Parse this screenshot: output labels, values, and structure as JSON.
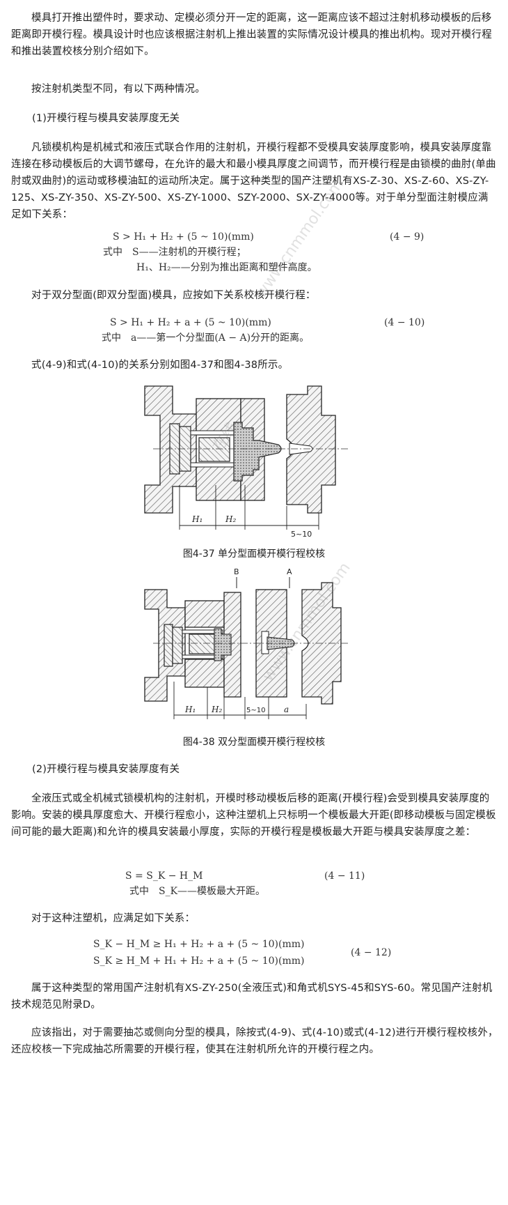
{
  "paragraphs": {
    "p1": "模具打开推出塑件时，要求动、定模必须分开一定的距离，这一距离应该不超过注射机移动模板的后移距离即开模行程。模具设计时也应该根据注射机上推出装置的实际情况设计模具的推出机构。现对开模行程和推出装置校核分别介绍如下。",
    "p2": "按注射机类型不同，有以下两种情况。",
    "p3": "(1)开模行程与模具安装厚度无关",
    "p4": "凡锁模机构是机械式和液压式联合作用的注射机，开模行程都不受模具安装厚度影响，模具安装厚度靠连接在移动模板后的大调节螺母，在允许的最大和最小模具厚度之间调节，而开模行程是由锁模的曲肘(单曲肘或双曲肘)的运动或移模油缸的运动所决定。属于这种类型的国产注塑机有XS-Z-30、XS-Z-60、XS-ZY-125、XS-ZY-350、XS-ZY-500、XS-ZY-1000、SZY-2000、SX-ZY-4000等。对于单分型面注射模应满足如下关系：",
    "p5": "对于双分型面(即双分型面)模具，应按如下关系校核开模行程：",
    "p6": "式(4-9)和式(4-10)的关系分别如图4-37和图4-38所示。",
    "p7": "(2)开模行程与模具安装厚度有关",
    "p8": "全液压式或全机械式锁模机构的注射机，开模时移动模板后移的距离(开模行程)会受到模具安装厚度的影响。安装的模具厚度愈大、开模行程愈小，这种注塑机上只标明一个模板最大开距(即移动模板与固定模板间可能的最大距离)和允许的模具安装最小厚度，实际的开模行程是模板最大开距与模具安装厚度之差：",
    "p9": "对于这种注塑机，应满足如下关系：",
    "p10": "属于这种类型的常用国产注射机有XS-ZY-250(全液压式)和角式机SYS-45和SYS-60。常见国产注射机技术规范见附录D。",
    "p11": "应该指出，对于需要抽芯或侧向分型的模具，除按式(4-9)、式(4-10)或式(4-12)进行开模行程校核外，还应校核一下完成抽芯所需要的开模行程，使其在注射机所允许的开模行程之内。"
  },
  "formulas": {
    "f1": {
      "expr": "S > H₁ + H₂ + (5 ~ 10)(mm)",
      "num": "(4 − 9)",
      "where1": "式中　S——注射机的开模行程；",
      "where2": "H₁、H₂——分别为推出距离和塑件高度。"
    },
    "f2": {
      "expr": "S > H₁ + H₂ + a + (5 ~ 10)(mm)",
      "num": "(4 − 10)",
      "where1": "式中　a——第一个分型面(A − A)分开的距离。"
    },
    "f3": {
      "expr": "S = S_K − H_M",
      "num": "(4 − 11)",
      "where1": "式中　S_K——模板最大开距。"
    },
    "f4": {
      "expr1": "S_K − H_M ≥ H₁ + H₂ + a + (5 ~ 10)(mm)",
      "expr2": "S_K ≥ H_M + H₁ + H₂ + a + (5 ~ 10)(mm)",
      "num": "(4 − 12)"
    }
  },
  "figures": {
    "fig1": {
      "caption": "图4-37 单分型面模开模行程校核",
      "labels": {
        "h1": "H₁",
        "h2": "H₂",
        "gap": "5~10"
      }
    },
    "fig2": {
      "caption": "图4-38 双分型面模开模行程校核",
      "labels": {
        "h1": "H₁",
        "h2": "H₂",
        "gap": "5~10",
        "a": "a",
        "B": "B",
        "A": "A"
      }
    }
  },
  "watermarks": [
    "www.cnmmol.com",
    "在线",
    "www.cnmmol.com"
  ]
}
